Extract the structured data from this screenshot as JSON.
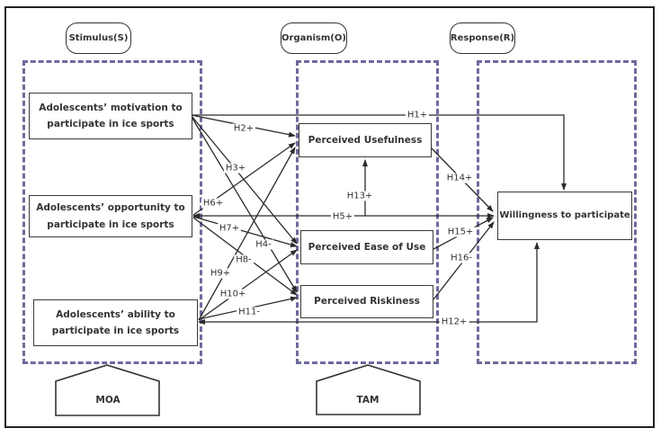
{
  "diagram": {
    "columns": [
      {
        "id": "stimulus",
        "label": "Stimulus(S)"
      },
      {
        "id": "organism",
        "label": "Organism(O)"
      },
      {
        "id": "response",
        "label": "Response(R)"
      }
    ],
    "stimulus_boxes": [
      {
        "line1": "Adolescents’ motivation to",
        "line2": "participate in ice sports"
      },
      {
        "line1": "Adolescents’ opportunity to",
        "line2": "participate in ice sports"
      },
      {
        "line1": "Adolescents’ ability to",
        "line2": "participate in ice sports"
      }
    ],
    "organism_boxes": [
      {
        "label": "Perceived Usefulness"
      },
      {
        "label": "Perceived Ease of Use"
      },
      {
        "label": "Perceived Riskiness"
      }
    ],
    "response_box": {
      "label": "Willingness to participate"
    },
    "models": [
      {
        "label": "MOA"
      },
      {
        "label": "TAM"
      }
    ],
    "hypotheses": {
      "h1": "H1+",
      "h2": "H2+",
      "h3": "H3+",
      "h4": "H4-",
      "h5": "H5+",
      "h6": "H6+",
      "h7": "H7+",
      "h8": "H8-",
      "h9": "H9+",
      "h10": "H10+",
      "h11": "H11-",
      "h12": "H12+",
      "h13": "H13+",
      "h14": "H14+",
      "h15": "H15+",
      "h16": "H16-"
    },
    "colors": {
      "dashed_border": "#6b6b9c",
      "line": "#2b2b2b",
      "box_border": "#3a3a3a"
    }
  }
}
